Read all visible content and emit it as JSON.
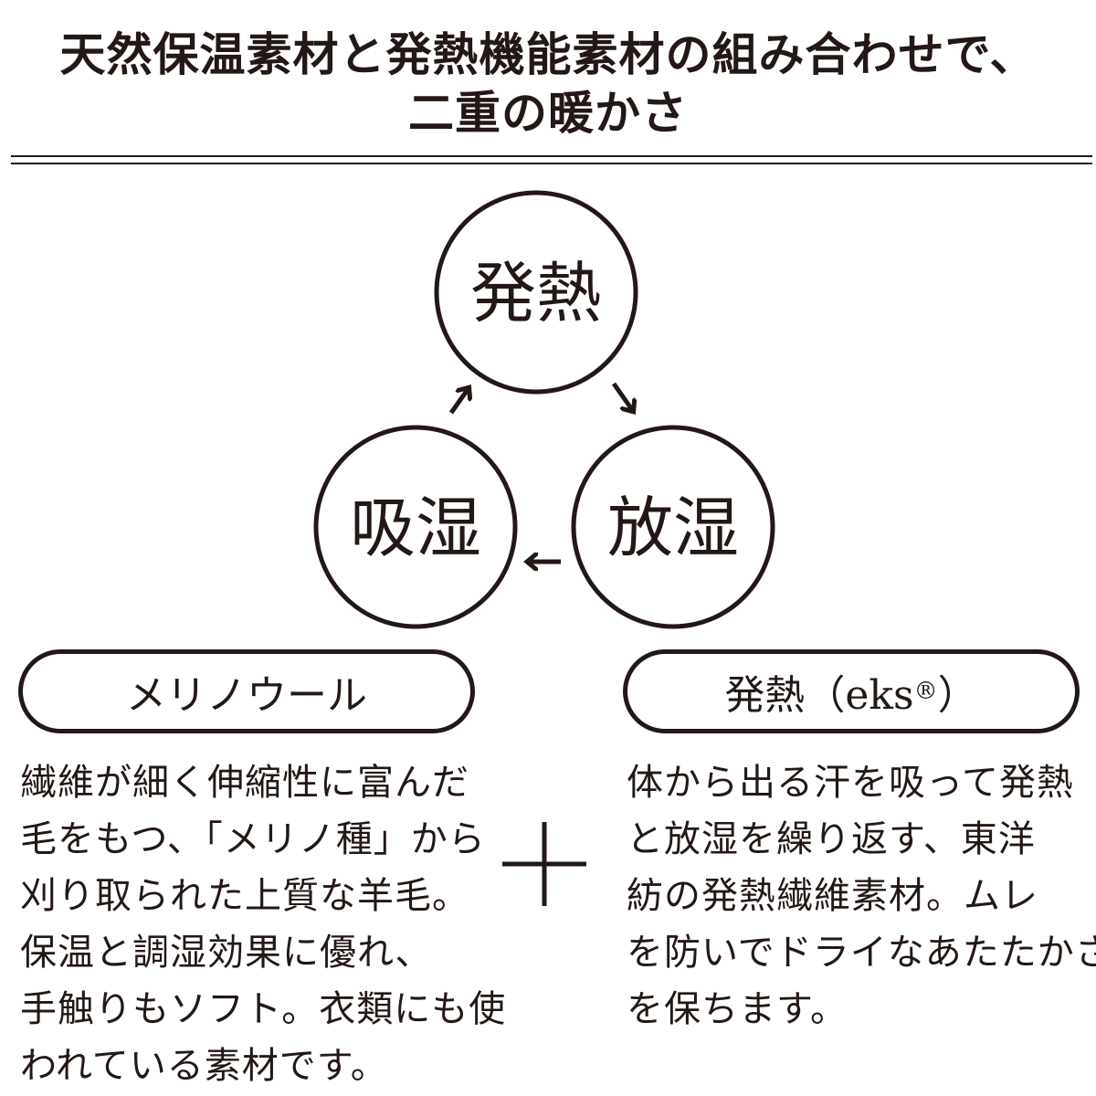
{
  "title": {
    "line1": "天然保温素材と発熱機能素材の組み合わせで、",
    "line2": "二重の暖かさ"
  },
  "cycle": {
    "nodes": {
      "top": "発熱",
      "right": "放湿",
      "left": "吸湿"
    }
  },
  "materials": {
    "merino": {
      "label": "メリノウール",
      "lines": [
        "繊維が細く伸縮性に富んだ",
        "毛をもつ、「メリノ種」から",
        "刈り取られた上質な羊毛。",
        "保温と調湿効果に優れ、",
        "手触りもソフト。衣類にも使",
        "われている素材です。"
      ]
    },
    "eks": {
      "label_main": "発熱（eks",
      "label_mark": "®",
      "label_close": "）",
      "lines": [
        "体から出る汗を吸って発熱",
        "と放湿を繰り返す、東洋",
        "紡の発熱繊維素材。ムレ",
        "を防いでドライなあたたかさ",
        "を保ちます。"
      ]
    }
  },
  "colors": {
    "ink": "#231815",
    "background": "#ffffff"
  }
}
